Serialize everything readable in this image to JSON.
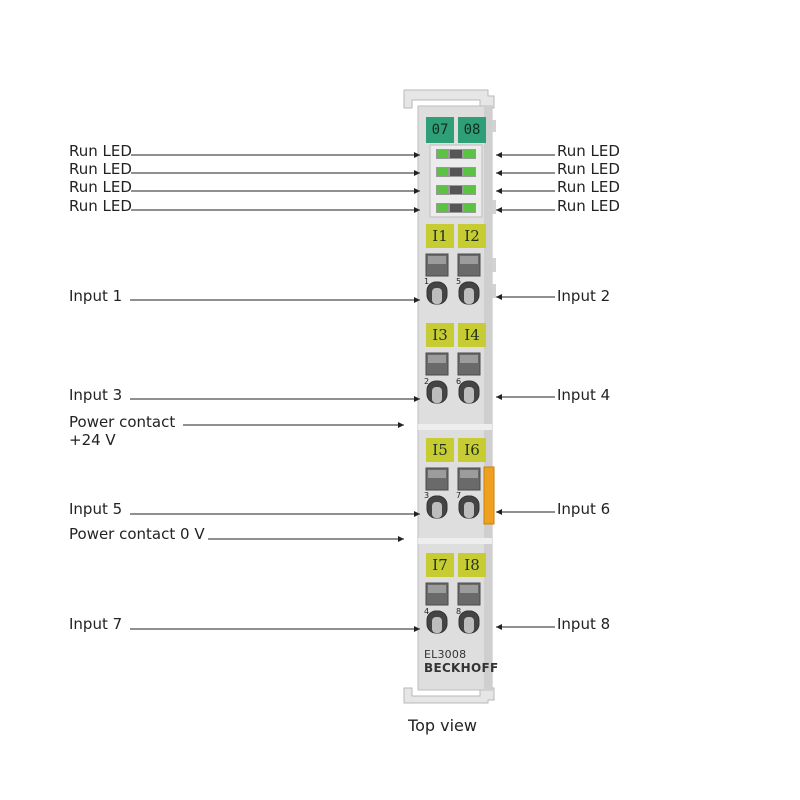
{
  "colors": {
    "module_body": "#dcdcdc",
    "channel_top": "#2f9f78",
    "channel_input": "#c8cc33",
    "led_green": "#5cc244",
    "power_contact": "#f0a01f",
    "leader_line": "#222222"
  },
  "module": {
    "model": "EL3008",
    "brand": "BECKHOFF",
    "top_channels": [
      "07",
      "08"
    ],
    "input_channels": [
      [
        "I1",
        "I2"
      ],
      [
        "I3",
        "I4"
      ],
      [
        "I5",
        "I6"
      ],
      [
        "I7",
        "I8"
      ]
    ],
    "terminal_numbers": [
      [
        "1",
        "5"
      ],
      [
        "2",
        "6"
      ],
      [
        "3",
        "7"
      ],
      [
        "4",
        "8"
      ]
    ]
  },
  "labels": {
    "left": [
      {
        "id": "run-led-left-1",
        "text": "Run LED"
      },
      {
        "id": "run-led-left-2",
        "text": "Run LED"
      },
      {
        "id": "run-led-left-3",
        "text": "Run LED"
      },
      {
        "id": "run-led-left-4",
        "text": "Run LED"
      },
      {
        "id": "input-1",
        "text": "Input 1"
      },
      {
        "id": "input-3",
        "text": "Input 3"
      },
      {
        "id": "power-contact-24v",
        "text": "Power contact\n+24 V"
      },
      {
        "id": "input-5",
        "text": "Input 5"
      },
      {
        "id": "power-contact-0v",
        "text": "Power contact 0 V"
      },
      {
        "id": "input-7",
        "text": "Input 7"
      }
    ],
    "right": [
      {
        "id": "run-led-right-1",
        "text": "Run LED"
      },
      {
        "id": "run-led-right-2",
        "text": "Run LED"
      },
      {
        "id": "run-led-right-3",
        "text": "Run LED"
      },
      {
        "id": "run-led-right-4",
        "text": "Run LED"
      },
      {
        "id": "input-2",
        "text": "Input 2"
      },
      {
        "id": "input-4",
        "text": "Input 4"
      },
      {
        "id": "input-6",
        "text": "Input 6"
      },
      {
        "id": "input-8",
        "text": "Input 8"
      }
    ]
  },
  "caption": "Top view"
}
